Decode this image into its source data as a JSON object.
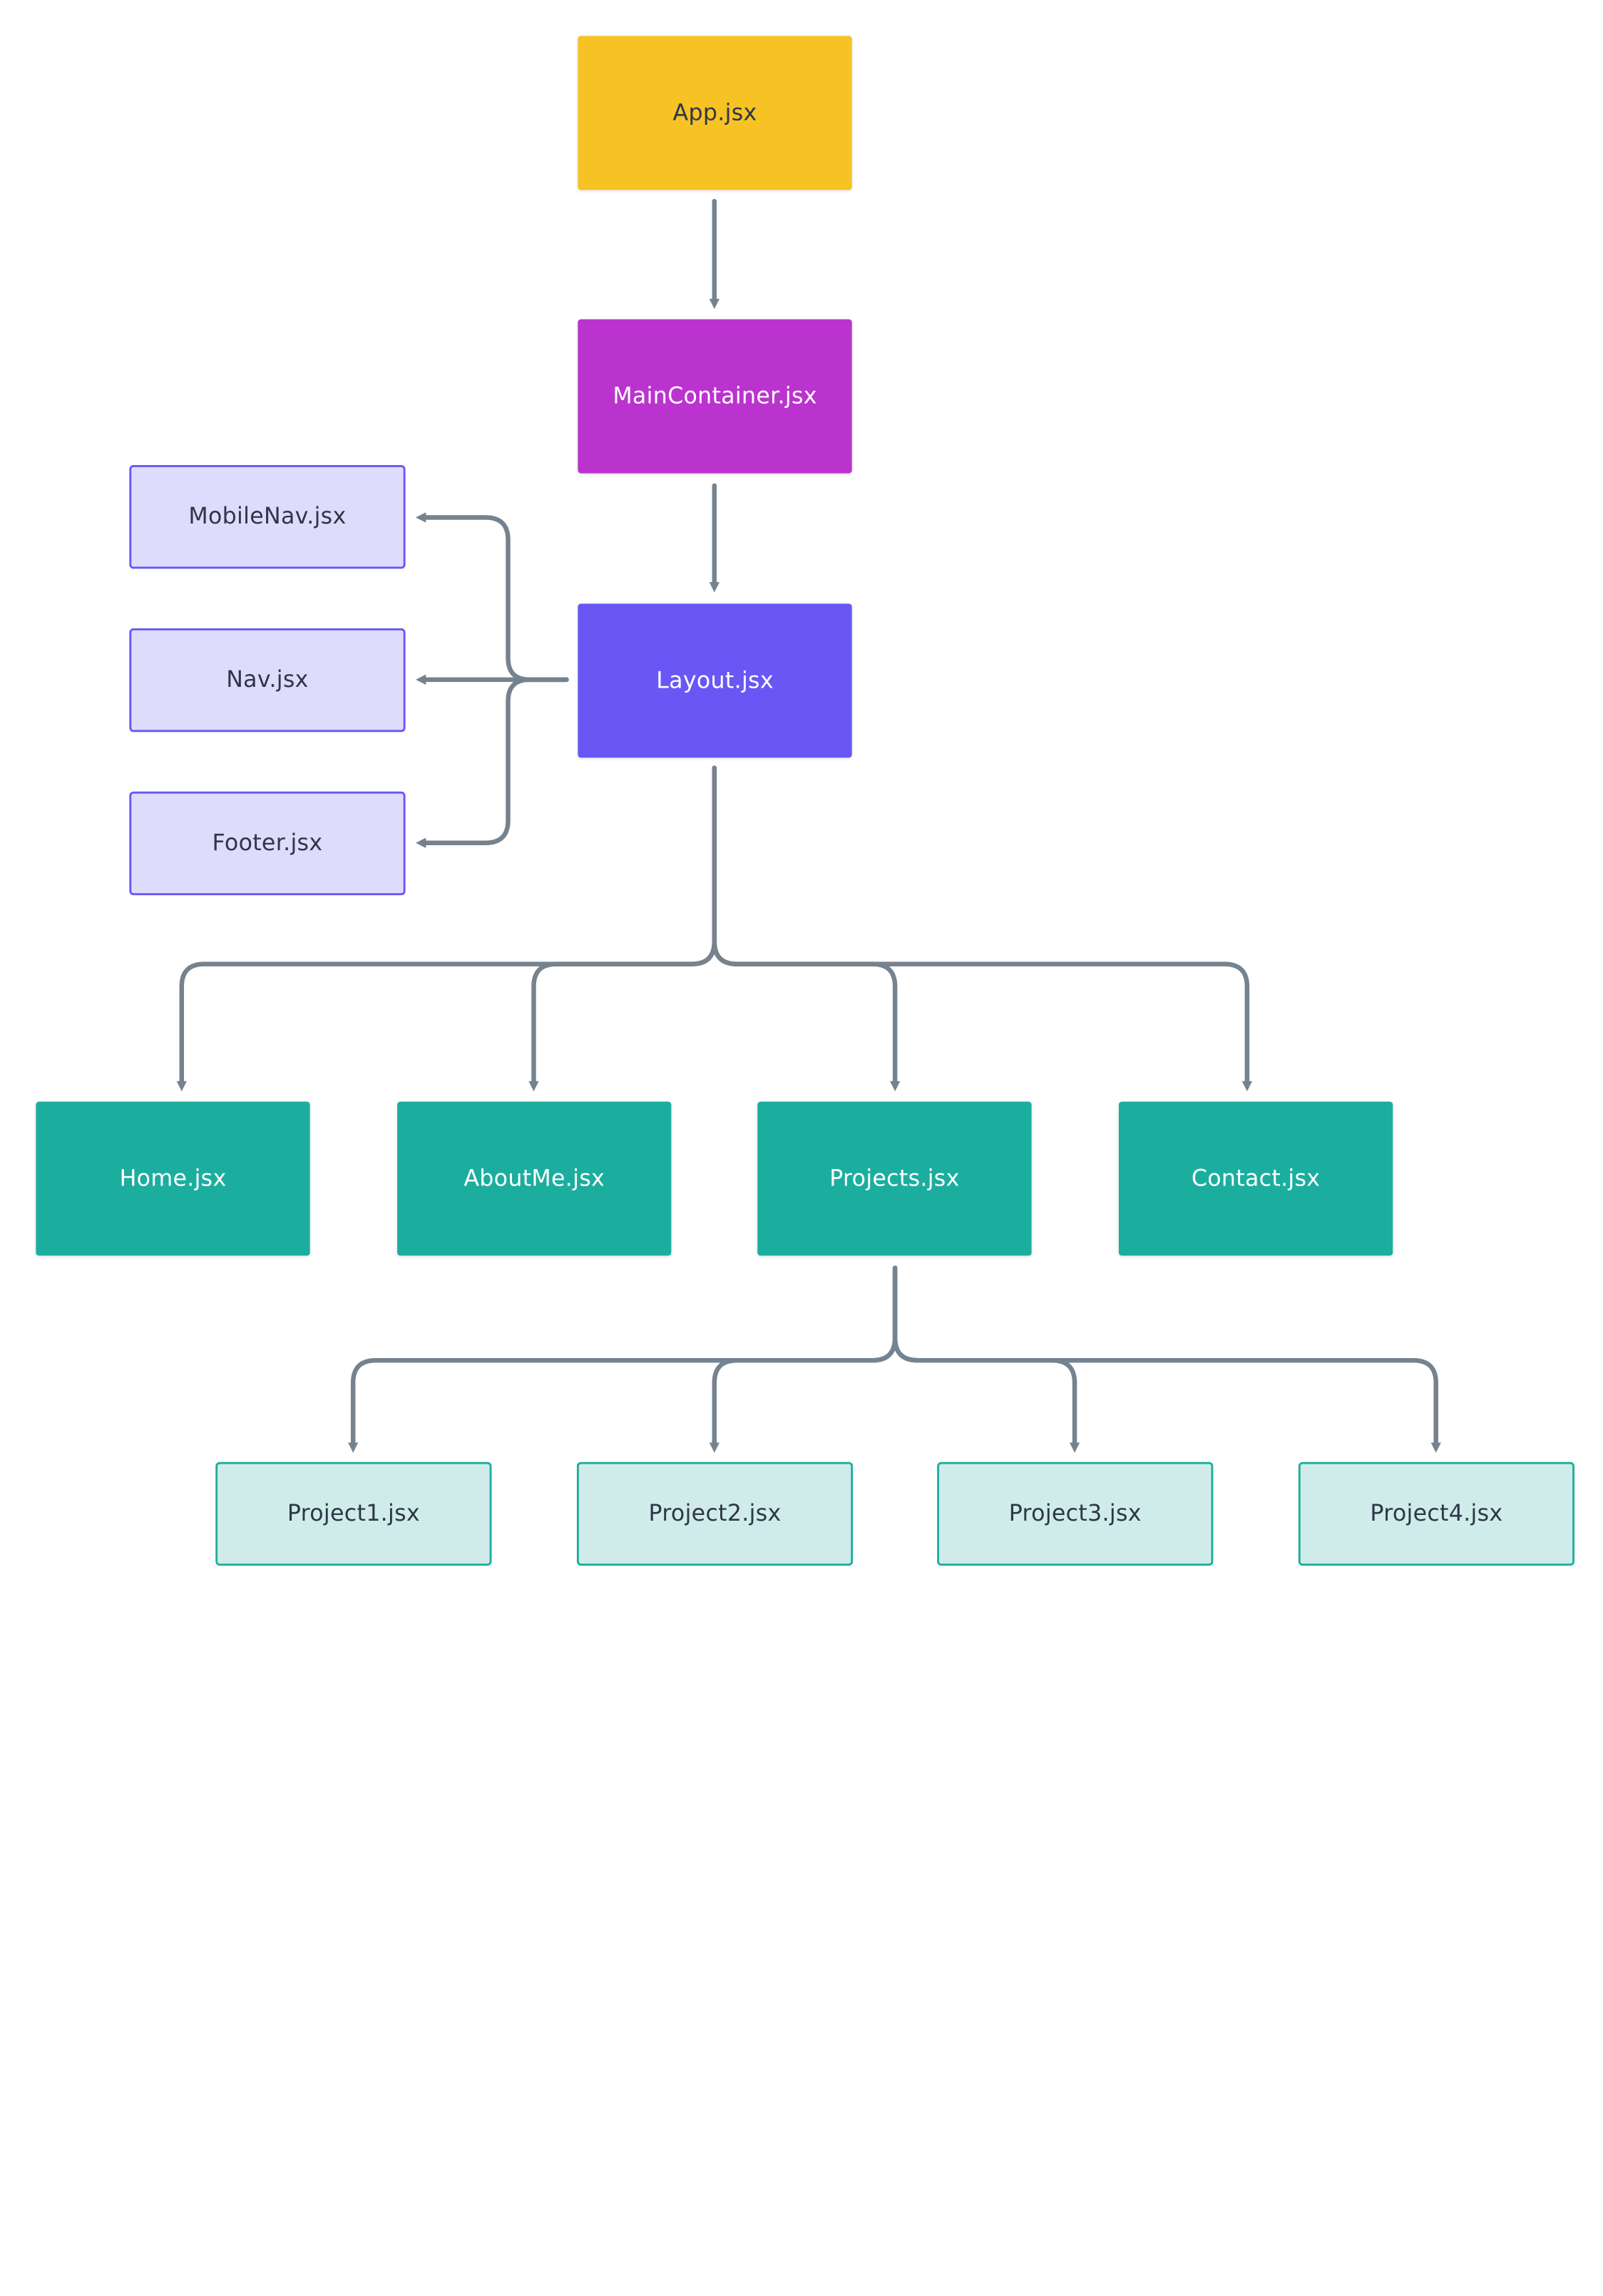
{
  "diagram": {
    "edge_color": "#75838f",
    "nodes": [
      {
        "id": "app",
        "label": "App.jsx",
        "fill": "#f6c224",
        "text_color": "#2d3748",
        "border": null
      },
      {
        "id": "main",
        "label": "MainContainer.jsx",
        "fill": "#bb33ce",
        "text_color": "#ffffff",
        "border": null
      },
      {
        "id": "layout",
        "label": "Layout.jsx",
        "fill": "#6857f5",
        "text_color": "#ffffff",
        "border": null
      },
      {
        "id": "mobilenav",
        "label": "MobileNav.jsx",
        "fill": "#dfdbfc",
        "text_color": "#2d3748",
        "border": "#6857f5"
      },
      {
        "id": "nav",
        "label": "Nav.jsx",
        "fill": "#dfdbfc",
        "text_color": "#2d3748",
        "border": "#6857f5"
      },
      {
        "id": "footer",
        "label": "Footer.jsx",
        "fill": "#dfdbfc",
        "text_color": "#2d3748",
        "border": "#6857f5"
      },
      {
        "id": "home",
        "label": "Home.jsx",
        "fill": "#1bae9f",
        "text_color": "#ffffff",
        "border": null
      },
      {
        "id": "aboutme",
        "label": "AboutMe.jsx",
        "fill": "#1bae9f",
        "text_color": "#ffffff",
        "border": null
      },
      {
        "id": "projects",
        "label": "Projects.jsx",
        "fill": "#1bae9f",
        "text_color": "#ffffff",
        "border": null
      },
      {
        "id": "contact",
        "label": "Contact.jsx",
        "fill": "#1bae9f",
        "text_color": "#ffffff",
        "border": null
      },
      {
        "id": "project1",
        "label": "Project1.jsx",
        "fill": "#d0ecea",
        "text_color": "#2d3748",
        "border": "#1bae9f"
      },
      {
        "id": "project2",
        "label": "Project2.jsx",
        "fill": "#d0ecea",
        "text_color": "#2d3748",
        "border": "#1bae9f"
      },
      {
        "id": "project3",
        "label": "Project3.jsx",
        "fill": "#d0ecea",
        "text_color": "#2d3748",
        "border": "#1bae9f"
      },
      {
        "id": "project4",
        "label": "Project4.jsx",
        "fill": "#d0ecea",
        "text_color": "#2d3748",
        "border": "#1bae9f"
      }
    ],
    "edges": [
      {
        "from": "app",
        "to": "main"
      },
      {
        "from": "main",
        "to": "layout"
      },
      {
        "from": "layout",
        "to": "mobilenav"
      },
      {
        "from": "layout",
        "to": "nav"
      },
      {
        "from": "layout",
        "to": "footer"
      },
      {
        "from": "layout",
        "to": "home"
      },
      {
        "from": "layout",
        "to": "aboutme"
      },
      {
        "from": "layout",
        "to": "projects"
      },
      {
        "from": "layout",
        "to": "contact"
      },
      {
        "from": "projects",
        "to": "project1"
      },
      {
        "from": "projects",
        "to": "project2"
      },
      {
        "from": "projects",
        "to": "project3"
      },
      {
        "from": "projects",
        "to": "project4"
      }
    ]
  }
}
